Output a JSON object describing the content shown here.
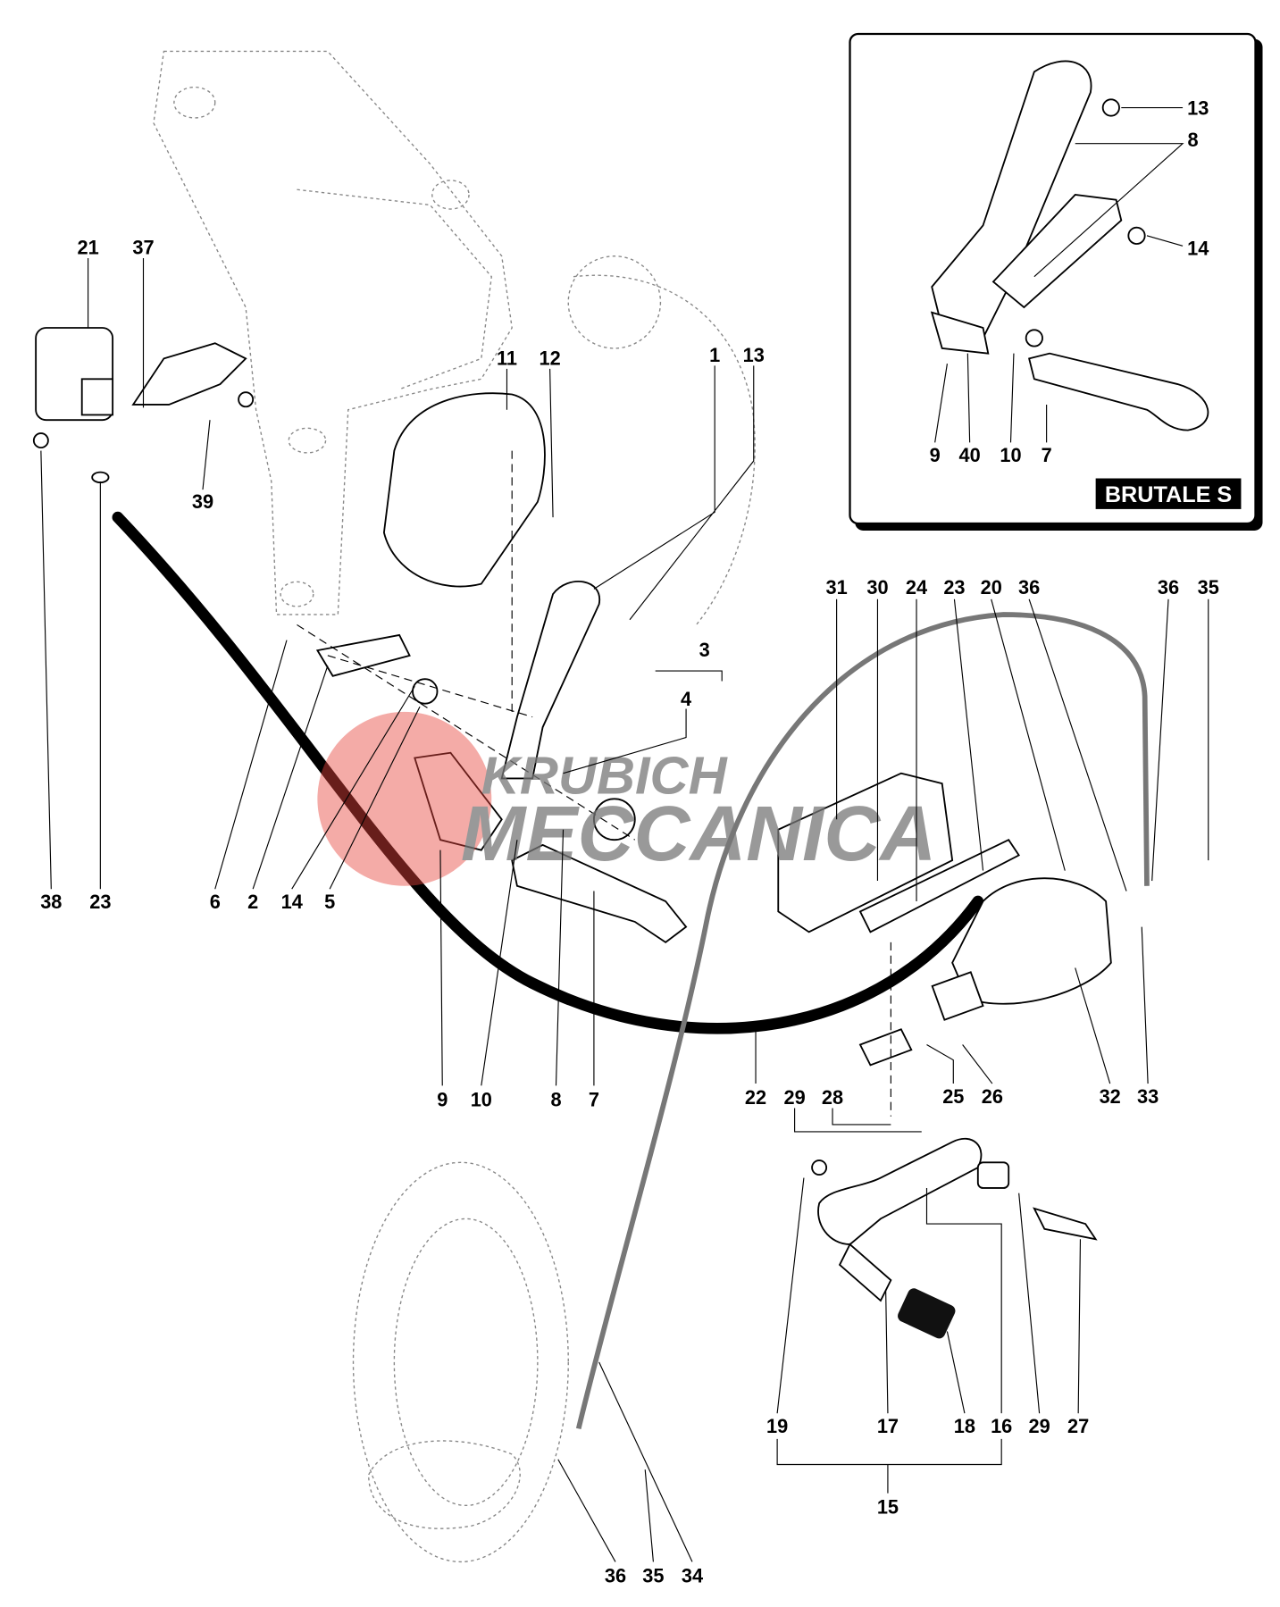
{
  "inset": {
    "title": "BRUTALE S",
    "labels": [
      "13",
      "8",
      "14",
      "9",
      "40",
      "10",
      "7"
    ]
  },
  "watermark": {
    "line1": "KRUBICH",
    "line2": "MECCANICA",
    "color": "#e8453c"
  },
  "labels": [
    "21",
    "37",
    "39",
    "38",
    "23",
    "6",
    "2",
    "14",
    "5",
    "11",
    "12",
    "1",
    "13",
    "3",
    "4",
    "9",
    "10",
    "8",
    "7",
    "31",
    "30",
    "24",
    "23",
    "20",
    "36",
    "36",
    "35",
    "22",
    "29",
    "28",
    "25",
    "26",
    "32",
    "33",
    "19",
    "17",
    "18",
    "16",
    "29",
    "27",
    "15",
    "36",
    "35",
    "34"
  ]
}
